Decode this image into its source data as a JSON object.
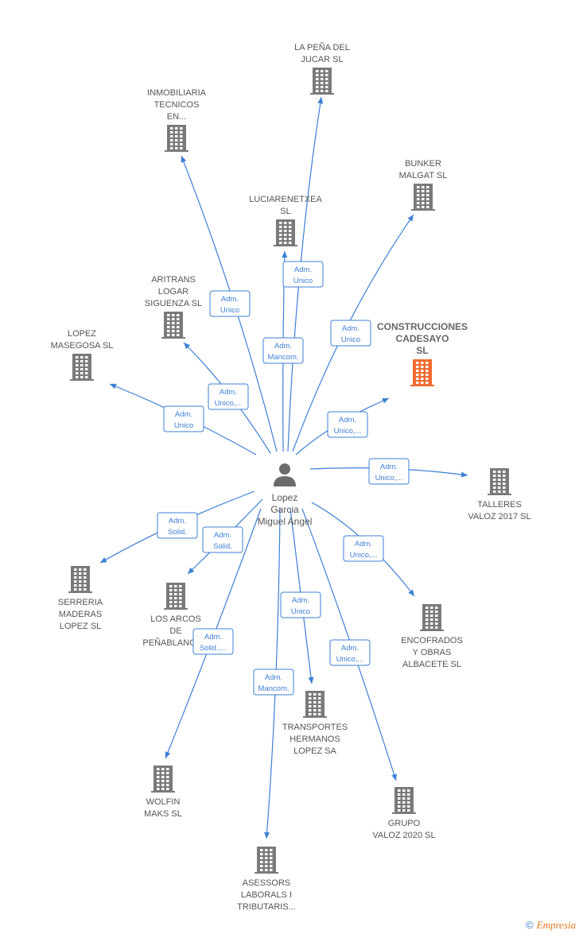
{
  "center": {
    "name_lines": [
      "Lopez",
      "Garcia",
      "Miguel Angel"
    ],
    "icon": "person-icon"
  },
  "companies": [
    {
      "id": "la-pena-del-jucar",
      "lines": [
        "LA PEÑA DEL",
        "JUCAR  SL"
      ],
      "highlight": false
    },
    {
      "id": "inmobiliaria-tecnicos",
      "lines": [
        "INMOBILIARIA",
        "TECNICOS",
        "EN..."
      ],
      "highlight": false
    },
    {
      "id": "bunker-malgat",
      "lines": [
        "BUNKER",
        "MALGAT SL"
      ],
      "highlight": false
    },
    {
      "id": "luciarenetxea",
      "lines": [
        "LUCIARENETXEA",
        "SL"
      ],
      "highlight": false
    },
    {
      "id": "aritrans-logar",
      "lines": [
        "ARITRANS",
        "LOGAR",
        "SIGUENZA  SL"
      ],
      "highlight": false
    },
    {
      "id": "construcciones-cadesayo",
      "lines": [
        "CONSTRUCCIONES",
        "CADESAYO",
        "SL"
      ],
      "highlight": true
    },
    {
      "id": "lopez-masegosa",
      "lines": [
        "LOPEZ",
        "MASEGOSA SL"
      ],
      "highlight": false
    },
    {
      "id": "talleres-valoz",
      "lines": [
        "TALLERES",
        "VALOZ 2017  SL"
      ],
      "highlight": false
    },
    {
      "id": "serreria-maderas",
      "lines": [
        "SERRERIA",
        "MADERAS",
        "LOPEZ  SL"
      ],
      "highlight": false
    },
    {
      "id": "los-arcos",
      "lines": [
        "LOS ARCOS",
        "DE",
        "PEÑABLANCA..."
      ],
      "highlight": false
    },
    {
      "id": "encofrados-obras",
      "lines": [
        "ENCOFRADOS",
        "Y OBRAS",
        "ALBACETE  SL"
      ],
      "highlight": false
    },
    {
      "id": "transportes-hermanos",
      "lines": [
        "TRANSPORTES",
        "HERMANOS",
        "LOPEZ SA"
      ],
      "highlight": false
    },
    {
      "id": "wolfin-maks",
      "lines": [
        "WOLFIN",
        "MAKS  SL"
      ],
      "highlight": false
    },
    {
      "id": "grupo-valoz",
      "lines": [
        "GRUPO",
        "VALOZ 2020  SL"
      ],
      "highlight": false
    },
    {
      "id": "asessors-laborals",
      "lines": [
        "ASESSORS",
        "LABORALS I",
        "TRIBUTARIS..."
      ],
      "highlight": false
    }
  ],
  "edges": [
    {
      "to": "la-pena-del-jucar",
      "label_lines": [
        "Adm.",
        "Unico"
      ]
    },
    {
      "to": "inmobiliaria-tecnicos",
      "label_lines": [
        "Adm.",
        "Unico"
      ]
    },
    {
      "to": "bunker-malgat",
      "label_lines": [
        "Adm.",
        "Unico"
      ]
    },
    {
      "to": "luciarenetxea",
      "label_lines": [
        "Adm.",
        "Mancom."
      ]
    },
    {
      "to": "aritrans-logar",
      "label_lines": [
        "Adm.",
        "Unico,..."
      ]
    },
    {
      "to": "construcciones-cadesayo",
      "label_lines": [
        "Adm.",
        "Unico,..."
      ]
    },
    {
      "to": "lopez-masegosa",
      "label_lines": [
        "Adm.",
        "Unico"
      ]
    },
    {
      "to": "talleres-valoz",
      "label_lines": [
        "Adm.",
        "Unico,..."
      ]
    },
    {
      "to": "serreria-maderas",
      "label_lines": [
        "Adm.",
        "Solid."
      ]
    },
    {
      "to": "los-arcos",
      "label_lines": [
        "Adm.",
        "Solid."
      ]
    },
    {
      "to": "encofrados-obras",
      "label_lines": [
        "Adm.",
        "Unico,..."
      ]
    },
    {
      "to": "transportes-hermanos",
      "label_lines": [
        "Adm.",
        "Unico"
      ]
    },
    {
      "to": "wolfin-maks",
      "label_lines": [
        "Adm.",
        "Solid.,..."
      ]
    },
    {
      "to": "grupo-valoz",
      "label_lines": [
        "Adm.",
        "Unico,..."
      ]
    },
    {
      "to": "asessors-laborals",
      "label_lines": [
        "Adm.",
        "Mancom."
      ]
    }
  ],
  "colors": {
    "edge": "#3d7fd6",
    "building": "#7a7a7a",
    "building_highlight": "#f26b2f",
    "person": "#6b6b6b"
  },
  "footer": {
    "copyright_symbol": "©",
    "brand": "Empresia"
  }
}
